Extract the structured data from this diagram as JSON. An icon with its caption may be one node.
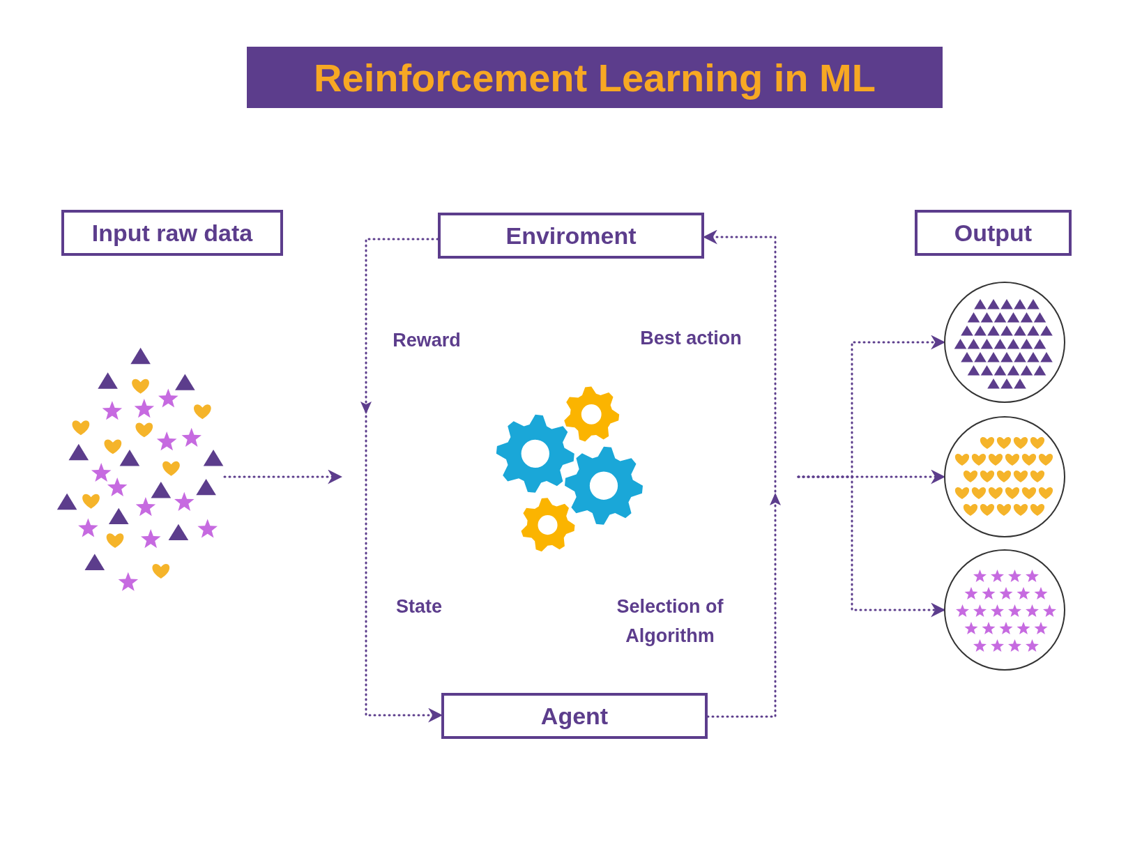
{
  "diagram": {
    "title": "Reinforcement Learning in ML",
    "nodes": [
      {
        "text": [
          "Input raw data"
        ]
      },
      {
        "text": [],
        "shape": "picture"
      },
      {
        "text": [
          "Enviroment"
        ]
      },
      {
        "text": [
          "Agent"
        ]
      },
      {
        "text": [],
        "shape": "picture"
      },
      {
        "text": [
          "Output"
        ]
      },
      {
        "text": [],
        "shape": "circle"
      },
      {
        "text": [],
        "shape": "circle"
      },
      {
        "text": [],
        "shape": "circle"
      }
    ],
    "edges": [
      {
        "from": 1,
        "to": null,
        "arrow": "to"
      },
      {
        "from": 2,
        "to": 3,
        "arrow": "to"
      },
      {
        "from": 3,
        "to": 2,
        "arrow": "to"
      },
      {
        "from": null,
        "to": 6,
        "arrow": "to"
      },
      {
        "from": null,
        "to": 7,
        "arrow": "to"
      },
      {
        "from": null,
        "to": 8,
        "arrow": "to"
      }
    ],
    "labels": [
      "Reward",
      "Best action",
      "State",
      "Selection of Algorithm"
    ]
  }
}
